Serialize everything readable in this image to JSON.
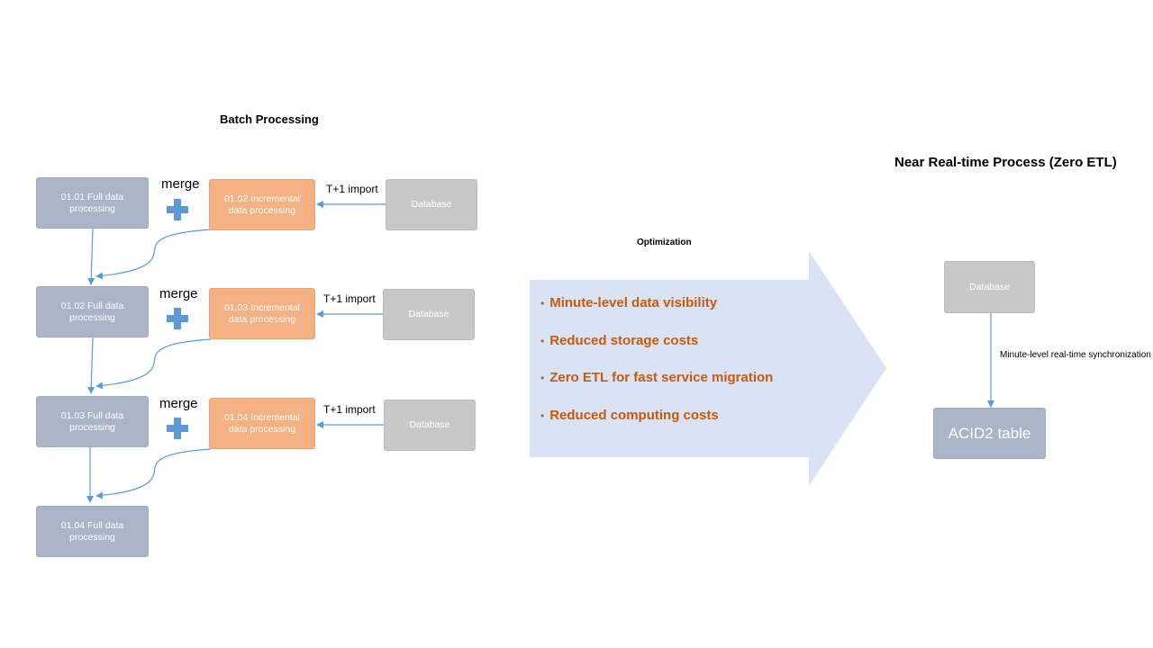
{
  "batch_title": "Batch Processing",
  "nrt_title": "Near Real-time Process (Zero ETL)",
  "optimization_label": "Optimization",
  "merge_label": "merge",
  "import_label": "T+1 import",
  "full_boxes": [
    "01.01 Full data processing",
    "01.02 Full data processing",
    "01.03 Full data processing",
    "01.04 Full data processing"
  ],
  "incremental_boxes": [
    "01.02 Incremental data processing",
    "01.03 Incremental data processing",
    "01.04 Incremental data processing"
  ],
  "database_label": "Database",
  "benefits": [
    "Minute-level  data visibility",
    "Reduced storage costs",
    "Zero ETL for fast service migration",
    "Reduced computing costs"
  ],
  "nrt_database_label": "Database",
  "sync_label": "Minute-level real-time synchronization",
  "acid_table_label": "ACID2 table",
  "colors": {
    "full_box": "#aab5c8",
    "incremental_box": "#f4b183",
    "database_box": "#c8c8c8",
    "arrow": "#5b9bd5",
    "plus": "#5b9bd5",
    "big_arrow": "#dae3f3",
    "benefit_text": "#c55a11"
  }
}
